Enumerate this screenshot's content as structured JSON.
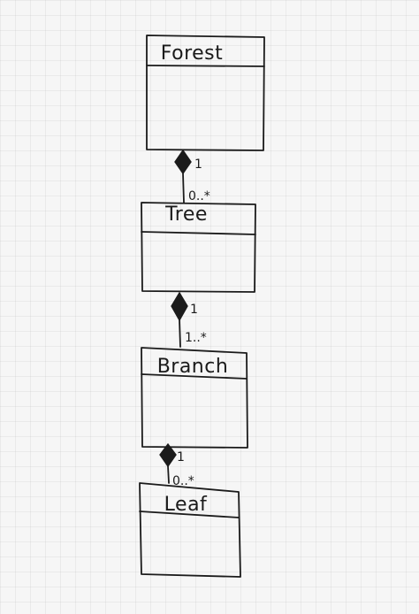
{
  "classes": [
    {
      "name": "Forest"
    },
    {
      "name": "Tree"
    },
    {
      "name": "Branch"
    },
    {
      "name": "Leaf"
    }
  ],
  "links": [
    {
      "whole_mult": "1",
      "part_mult": "0..*"
    },
    {
      "whole_mult": "1",
      "part_mult": "1..*"
    },
    {
      "whole_mult": "1",
      "part_mult": "0..*"
    }
  ]
}
